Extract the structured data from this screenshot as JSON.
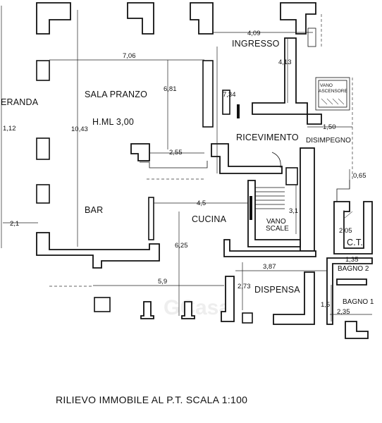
{
  "caption": "RILIEVO IMMOBILE AL P.T. SCALA 1:100",
  "watermark": "GCasa",
  "rooms": {
    "veranda": "ERANDA",
    "sala_pranzo": "SALA PRANZO",
    "height": "H.ML 3,00",
    "bar": "BAR",
    "ingresso": "INGRESSO",
    "ricevimento": "RICEVIMENTO",
    "disimpegno": "DISIMPEGNO",
    "vano_ascensore_1": "VANO",
    "vano_ascensore_2": "ASCENSORE",
    "cucina": "CUCINA",
    "vano_scale_1": "VANO",
    "vano_scale_2": "SCALE",
    "ct": "C.T.",
    "bagno2": "BAGNO 2",
    "bagno1": "BAGNO 1",
    "dispensa": "DISPENSA"
  },
  "dimensions": {
    "d409": "4,09",
    "d706": "7,06",
    "d413": "4,13",
    "d681": "6,81",
    "d734": "7,34",
    "d1112": "1,12",
    "d1043": "10,43",
    "d150": "1,50",
    "d255": "2,55",
    "d065": "0,65",
    "d45": "4,5",
    "d31": "3,1",
    "d21": "2,1",
    "d205": "2,05",
    "d625": "6,25",
    "d387": "3,87",
    "d135": "1,35",
    "d59": "5,9",
    "d273": "2,73",
    "d15": "1,5",
    "d235": "2,35"
  }
}
